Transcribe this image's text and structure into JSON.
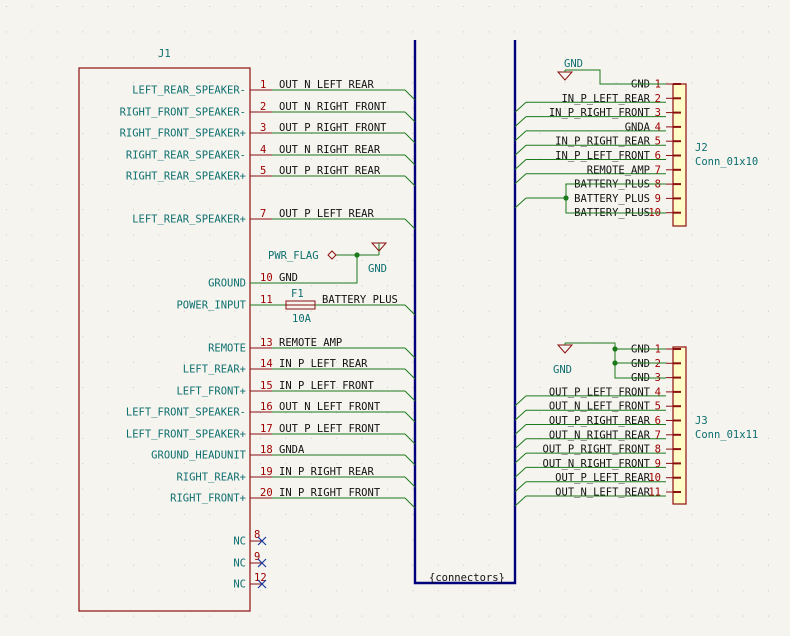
{
  "j1": {
    "ref": "J1",
    "pins": [
      {
        "name": "LEFT_REAR_SPEAKER-",
        "num": "1",
        "net": "OUT_N_LEFT_REAR"
      },
      {
        "name": "RIGHT_FRONT_SPEAKER-",
        "num": "2",
        "net": "OUT_N_RIGHT_FRONT"
      },
      {
        "name": "RIGHT_FRONT_SPEAKER+",
        "num": "3",
        "net": "OUT_P_RIGHT_FRONT"
      },
      {
        "name": "RIGHT_REAR_SPEAKER-",
        "num": "4",
        "net": "OUT_N_RIGHT_REAR"
      },
      {
        "name": "RIGHT_REAR_SPEAKER+",
        "num": "5",
        "net": "OUT_P_RIGHT_REAR"
      },
      {
        "name": "LEFT_REAR_SPEAKER+",
        "num": "7",
        "net": "OUT_P_LEFT_REAR"
      },
      {
        "name": "GROUND",
        "num": "10",
        "net": "GND"
      },
      {
        "name": "POWER_INPUT",
        "num": "11",
        "net": "BATTERY_PLUS"
      },
      {
        "name": "REMOTE",
        "num": "13",
        "net": "REMOTE_AMP"
      },
      {
        "name": "LEFT_REAR+",
        "num": "14",
        "net": "IN_P_LEFT_REAR"
      },
      {
        "name": "LEFT_FRONT+",
        "num": "15",
        "net": "IN_P_LEFT_FRONT"
      },
      {
        "name": "LEFT_FRONT_SPEAKER-",
        "num": "16",
        "net": "OUT_N_LEFT_FRONT"
      },
      {
        "name": "LEFT_FRONT_SPEAKER+",
        "num": "17",
        "net": "OUT_P_LEFT_FRONT"
      },
      {
        "name": "GROUND_HEADUNIT",
        "num": "18",
        "net": "GNDA"
      },
      {
        "name": "RIGHT_REAR+",
        "num": "19",
        "net": "IN_P_RIGHT_REAR"
      },
      {
        "name": "RIGHT_FRONT+",
        "num": "20",
        "net": "IN_P_RIGHT_FRONT"
      }
    ],
    "nc_pins": [
      {
        "name": "NC",
        "num": "8"
      },
      {
        "name": "NC",
        "num": "9"
      },
      {
        "name": "NC",
        "num": "12"
      }
    ]
  },
  "pwr_flag": {
    "label": "PWR_FLAG"
  },
  "gnd_label": "GND",
  "fuse": {
    "ref": "F1",
    "value": "10A"
  },
  "bus": {
    "label": "{connectors}"
  },
  "j2": {
    "ref": "J2",
    "value": "Conn_01x10",
    "gnd_symbol": "GND",
    "pins": [
      {
        "num": "1",
        "net": "GND"
      },
      {
        "num": "2",
        "net": "IN_P_LEFT_REAR"
      },
      {
        "num": "3",
        "net": "IN_P_RIGHT_FRONT"
      },
      {
        "num": "4",
        "net": "GNDA"
      },
      {
        "num": "5",
        "net": "IN_P_RIGHT_REAR"
      },
      {
        "num": "6",
        "net": "IN_P_LEFT_FRONT"
      },
      {
        "num": "7",
        "net": "REMOTE_AMP"
      },
      {
        "num": "8",
        "net": "BATTERY_PLUS"
      },
      {
        "num": "9",
        "net": "BATTERY_PLUS"
      },
      {
        "num": "10",
        "net": "BATTERY_PLUS"
      }
    ]
  },
  "j3": {
    "ref": "J3",
    "value": "Conn_01x11",
    "gnd_symbol": "GND",
    "pins": [
      {
        "num": "1",
        "net": "GND"
      },
      {
        "num": "2",
        "net": "GND"
      },
      {
        "num": "3",
        "net": "GND"
      },
      {
        "num": "4",
        "net": "OUT_P_LEFT_FRONT"
      },
      {
        "num": "5",
        "net": "OUT_N_LEFT_FRONT"
      },
      {
        "num": "6",
        "net": "OUT_P_RIGHT_REAR"
      },
      {
        "num": "7",
        "net": "OUT_N_RIGHT_REAR"
      },
      {
        "num": "8",
        "net": "OUT_P_RIGHT_FRONT"
      },
      {
        "num": "9",
        "net": "OUT_N_RIGHT_FRONT"
      },
      {
        "num": "10",
        "net": "OUT_P_LEFT_REAR"
      },
      {
        "num": "11",
        "net": "OUT_N_LEFT_REAR"
      }
    ]
  }
}
